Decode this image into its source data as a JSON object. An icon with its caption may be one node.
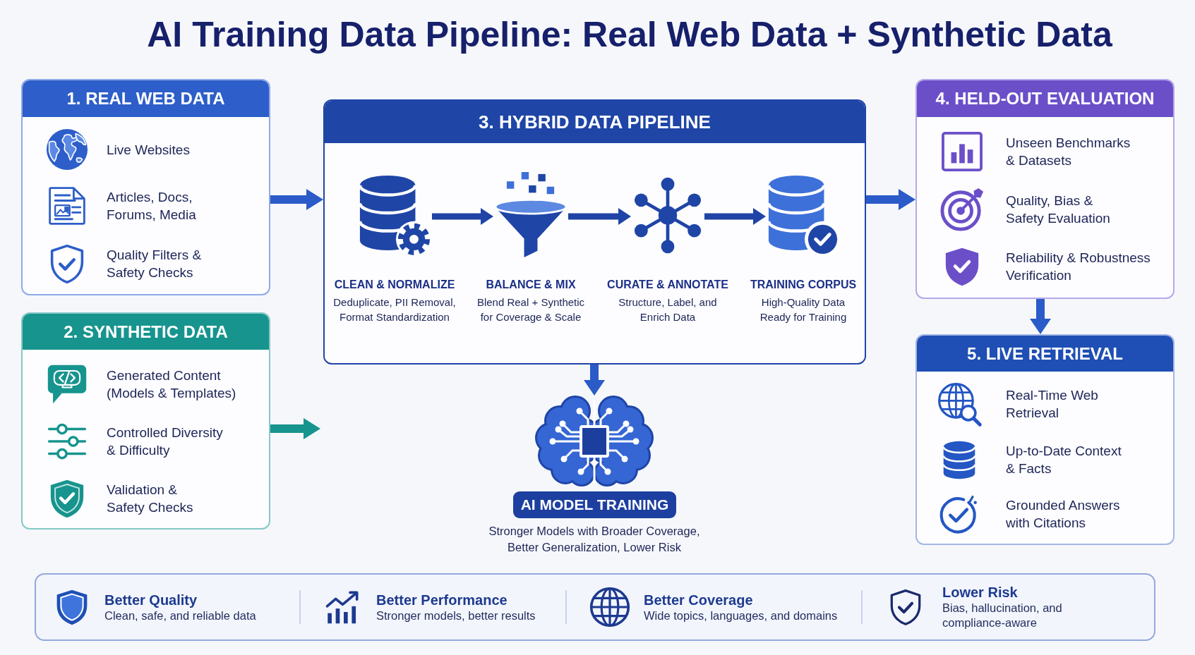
{
  "diagram": {
    "title": "AI Training Data Pipeline: Real Web Data + Synthetic Data",
    "nodes": [
      {
        "text": [
          "1. REAL WEB DATA",
          "Live Websites",
          "Articles, Docs, Forums, Media",
          "Quality Filters & Safety Checks"
        ]
      },
      {
        "text": [
          "2. SYNTHETIC DATA",
          "Generated Content (Models & Templates)",
          "Controlled Diversity & Difficulty",
          "Validation & Safety Checks"
        ]
      },
      {
        "text": [
          "3. HYBRID DATA PIPELINE"
        ]
      },
      {
        "text": [
          "CLEAN & NORMALIZE",
          "Deduplicate, PII Removal, Format Standardization"
        ],
        "in": 2
      },
      {
        "text": [
          "BALANCE & MIX",
          "Blend Real + Synthetic for Coverage & Scale"
        ],
        "in": 2
      },
      {
        "text": [
          "CURATE & ANNOTATE",
          "Structure, Label, and Enrich Data"
        ],
        "in": 2
      },
      {
        "text": [
          "TRAINING CORPUS",
          "High-Quality Data Ready for Training"
        ],
        "in": 2
      },
      {
        "text": [
          "4. HELD-OUT EVALUATION",
          "Unseen Benchmarks & Datasets",
          "Quality, Bias & Safety Evaluation",
          "Reliability & Robustness Verification"
        ]
      },
      {
        "text": [
          "5. LIVE RETRIEVAL",
          "Real-Time Web Retrieval",
          "Up-to-Date Context & Facts",
          "Grounded Answers with Citations"
        ]
      },
      {
        "text": [],
        "shape": "picture"
      },
      {
        "text": [
          "AI MODEL TRAINING"
        ],
        "beside": [
          "Stronger Models with Broader Coverage, Better Generalization, Lower Risk"
        ]
      },
      {
        "text": [
          "Better Quality",
          "Clean, safe, and reliable data",
          "Better Performance",
          "Stronger models, better results",
          "Better Coverage",
          "Wide topics, languages, and domains",
          "Lower Risk",
          "Bias, hallucination, and compliance-aware"
        ]
      }
    ],
    "edges": [
      {
        "from": 0,
        "to": 2,
        "arrow": "to"
      },
      {
        "from": 1,
        "to": null,
        "arrow": "to",
        "color": "#17948e"
      },
      {
        "from": 3,
        "to": 4,
        "arrow": "to",
        "color": "#1f44a6"
      },
      {
        "from": 4,
        "to": 5,
        "arrow": "to",
        "color": "#1f44a6"
      },
      {
        "from": 5,
        "to": 6,
        "arrow": "to",
        "color": "#1f44a6"
      },
      {
        "from": 2,
        "to": 7,
        "arrow": "to"
      },
      {
        "from": 7,
        "to": 8,
        "arrow": "to"
      },
      {
        "from": 2,
        "to": 9,
        "arrow": "to"
      }
    ]
  }
}
